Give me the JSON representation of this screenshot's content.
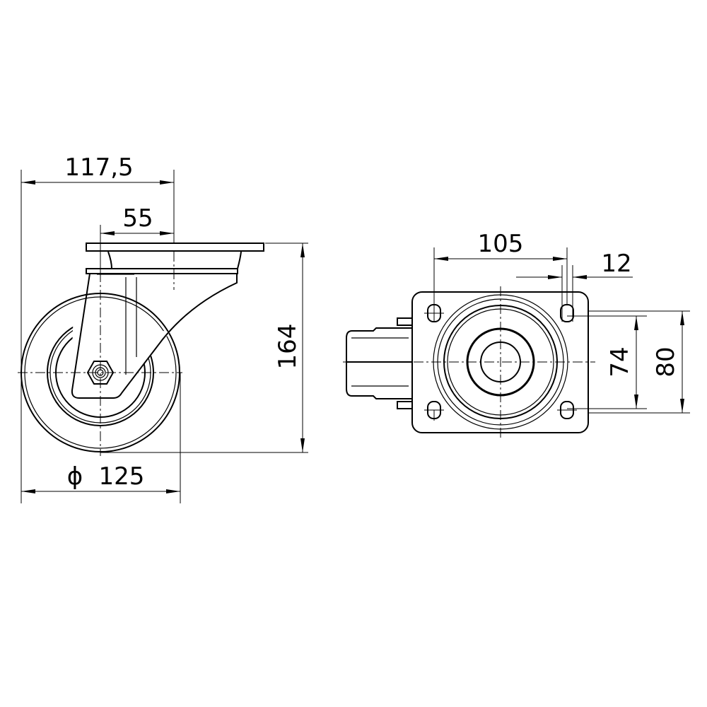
{
  "title": "Swivel castor dimension drawing",
  "side_view": {
    "dim_offset_width": "117,5",
    "dim_offset": "55",
    "dim_height": "164",
    "dim_wheel_diameter": "125",
    "diameter_symbol": "ϕ"
  },
  "top_view": {
    "dim_plate_hole_spacing_x": "105",
    "dim_hole_size": "12",
    "dim_plate_hole_spacing_y": "74",
    "dim_plate_width": "80"
  }
}
